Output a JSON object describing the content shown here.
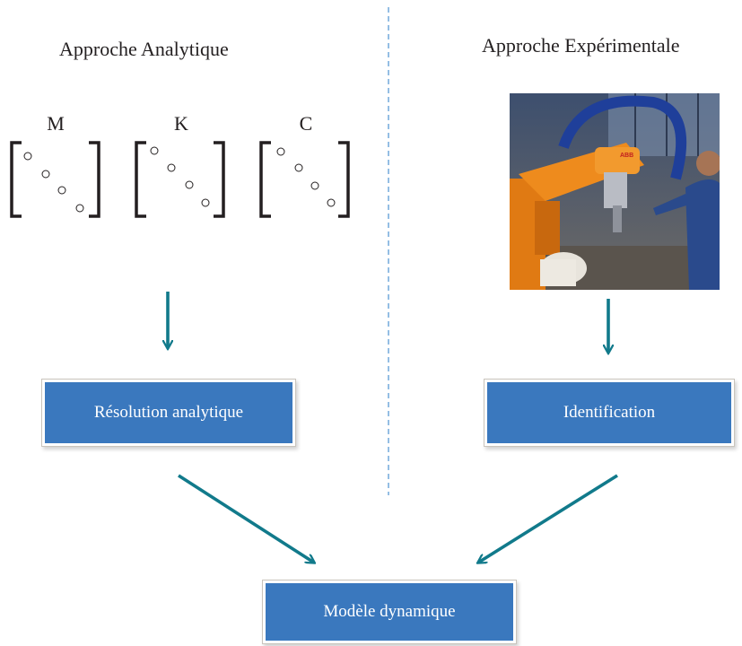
{
  "left": {
    "heading": "Approche Analytique",
    "matrices": [
      {
        "label": "M"
      },
      {
        "label": "K"
      },
      {
        "label": "C"
      }
    ],
    "box_label": "Résolution analytique"
  },
  "right": {
    "heading": "Approche Expérimentale",
    "box_label": "Identification",
    "photo_brand": "ABB"
  },
  "bottom": {
    "box_label": "Modèle dynamique"
  },
  "colors": {
    "arrow": "#117a8b",
    "box": "#3a78be",
    "divider": "#5b9bd5"
  }
}
